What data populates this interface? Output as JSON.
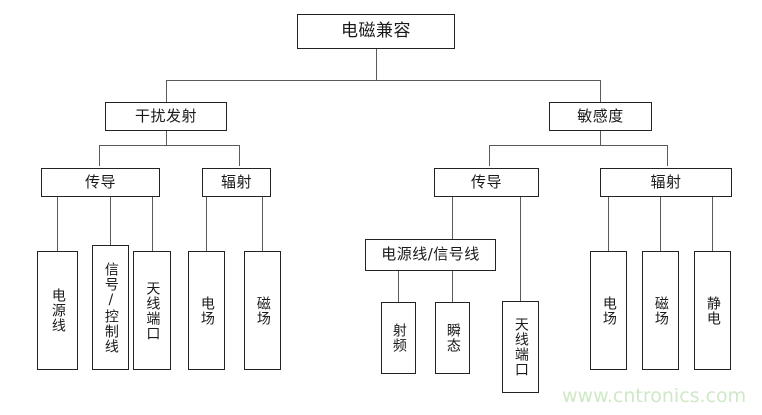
{
  "diagram": {
    "title": "电磁兼容",
    "type": "tree",
    "watermark": "www.cntronics.com",
    "watermark_color": "#cfe8c6",
    "line_color": "#5a5a5a",
    "box_border_color": "#222222",
    "nodes": {
      "root": "电磁兼容",
      "emission": "干扰发射",
      "susceptibility": "敏感度",
      "emission_conducted": "传导",
      "emission_radiated": "辐射",
      "susceptibility_conducted": "传导",
      "susceptibility_radiated": "辐射",
      "em_cond_power_line": "电源线",
      "em_cond_signal_control_line": "信号/控制线",
      "em_cond_antenna_port": "天线端口",
      "em_rad_e_field": "电场",
      "em_rad_h_field": "磁场",
      "sus_cond_power_signal_line": "电源线/信号线",
      "sus_cond_rf": "射频",
      "sus_cond_transient": "瞬态",
      "sus_cond_antenna_port": "天线端口",
      "sus_rad_e_field": "电场",
      "sus_rad_h_field": "磁场",
      "sus_rad_esd": "静电"
    }
  }
}
